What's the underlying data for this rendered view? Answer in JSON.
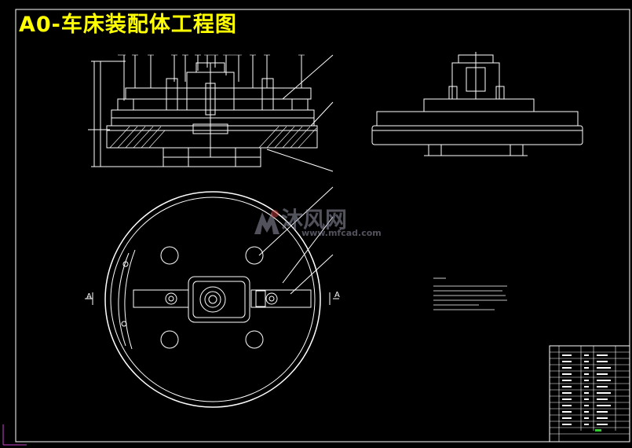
{
  "drawing": {
    "title": "A0-车床装配体工程图"
  },
  "watermark": {
    "cn_text": "沐风网",
    "en_text": "www.mfcad.com"
  },
  "colors": {
    "background": "#000000",
    "lines": "#ffffff",
    "title": "#ffff00",
    "watermark": "#9696aa",
    "accent_magenta": "#cc44cc"
  },
  "section_labels": {
    "left": "A",
    "right": "A"
  }
}
